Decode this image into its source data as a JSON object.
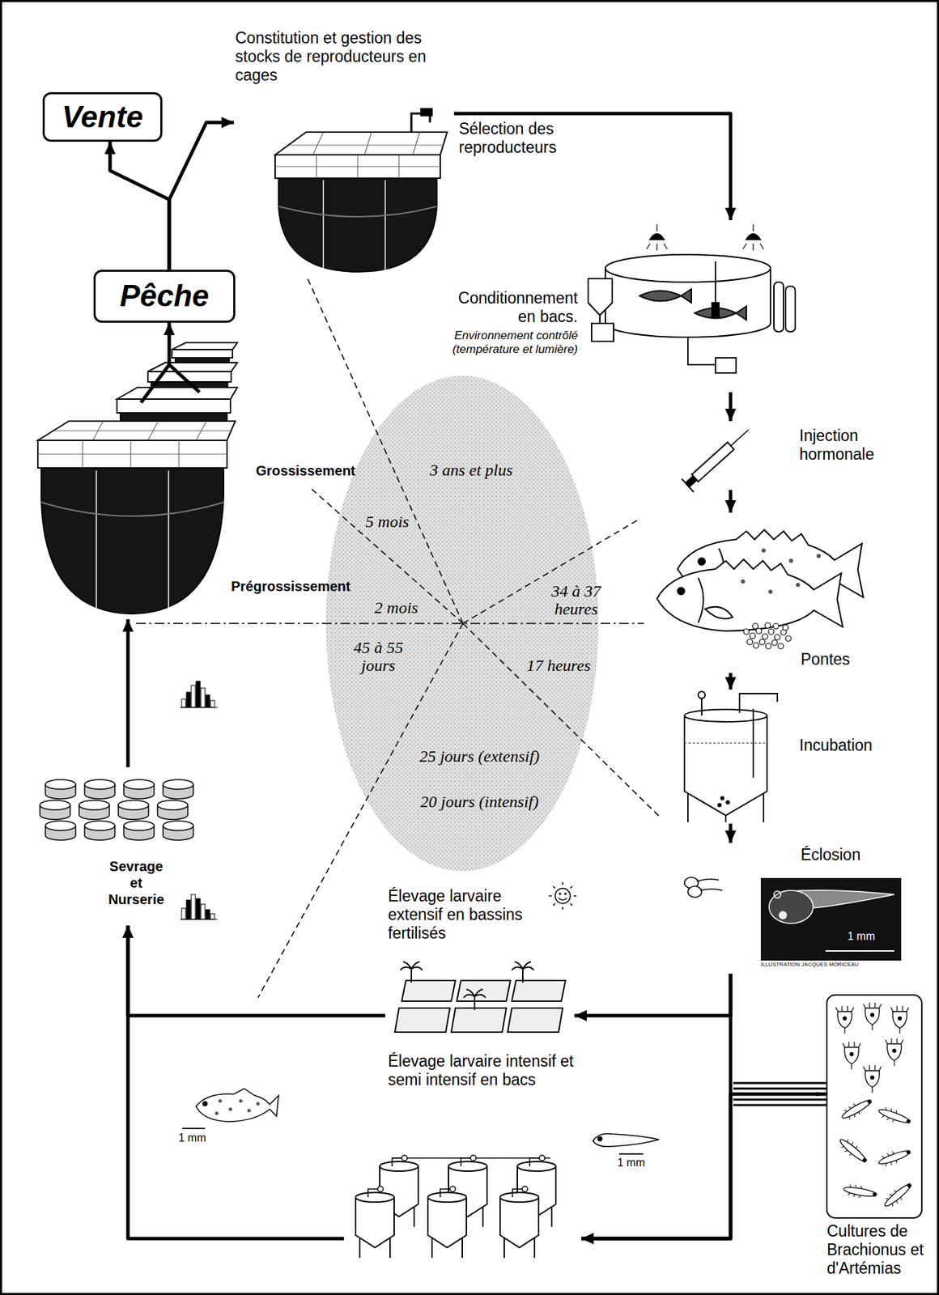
{
  "diagram": {
    "nodes": [
      {
        "text": [
          "Vente"
        ]
      },
      {
        "text": [
          "Pêche"
        ]
      },
      {
        "text": [
          "Constitution et gestion des stocks de reproducteurs en cages"
        ]
      },
      {
        "text": [
          "Conditionnement en bacs.",
          "Environnement contrôlé (température et lumière)"
        ]
      },
      {
        "text": [
          "Injection hormonale"
        ]
      },
      {
        "text": [
          "Pontes"
        ]
      },
      {
        "text": [
          "Incubation"
        ]
      },
      {
        "text": [
          "Éclosion"
        ]
      },
      {
        "text": [
          "Cultures de Brachionus et d'Artémias"
        ]
      },
      {
        "text": [
          "Élevage larvaire extensif en bassins fertilisés"
        ]
      },
      {
        "text": [
          "Élevage larvaire intensif et semi intensif en bacs"
        ]
      },
      {
        "text": [
          "Sevrage et Nurserie"
        ]
      },
      {
        "text": [
          "Grossissement",
          "Prégrossissement"
        ]
      }
    ],
    "edges": [
      {
        "from": 1,
        "to": 0,
        "arrow": "to"
      },
      {
        "from": 1,
        "to": 2,
        "arrow": "to"
      },
      {
        "from": 2,
        "to": 3,
        "label": "Sélection des reproducteurs",
        "arrow": "to"
      },
      {
        "from": 3,
        "to": 4,
        "arrow": "to"
      },
      {
        "from": 4,
        "to": 5,
        "arrow": "to"
      },
      {
        "from": 5,
        "to": 6,
        "arrow": "to"
      },
      {
        "from": 6,
        "to": 7,
        "arrow": "to"
      },
      {
        "from": 7,
        "to": 9,
        "arrow": "to"
      },
      {
        "from": 7,
        "to": 10,
        "arrow": "to"
      },
      {
        "from": 8,
        "to": 10,
        "arrow": "to"
      },
      {
        "from": 9,
        "to": 11,
        "arrow": "to"
      },
      {
        "from": 10,
        "to": 11,
        "arrow": "to"
      },
      {
        "from": 11,
        "to": 12,
        "arrow": "to"
      },
      {
        "from": 12,
        "to": 1,
        "arrow": "to"
      }
    ],
    "labels": [
      "3 ans et plus",
      "5 mois",
      "2 mois",
      "34 à 37 heures",
      "17 heures",
      "45 à 55 jours",
      "25 jours (extensif)",
      "20 jours (intensif)",
      "1 mm",
      "ILLUSTRATION JACQUES MORICEAU",
      "1 mm",
      "1 mm"
    ]
  }
}
